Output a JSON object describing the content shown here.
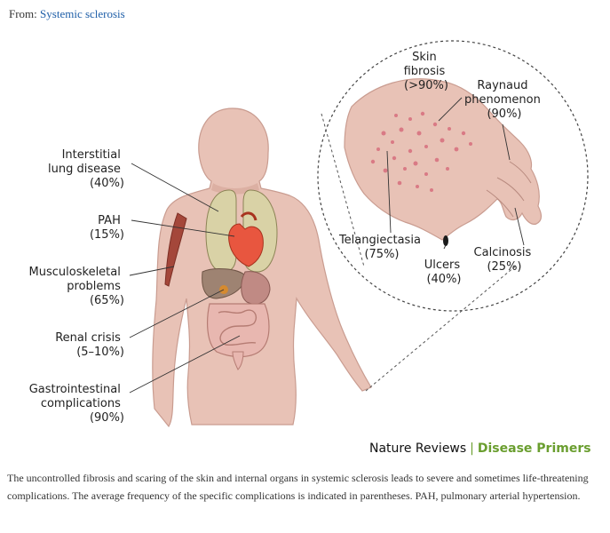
{
  "header": {
    "from_prefix": "From:",
    "from_link": "Systemic sclerosis"
  },
  "labels": {
    "ild": [
      "Interstitial",
      "lung disease",
      "(40%)"
    ],
    "pah": [
      "PAH",
      "(15%)"
    ],
    "msk": [
      "Musculoskeletal",
      "problems",
      "(65%)"
    ],
    "renal": [
      "Renal crisis",
      "(5–10%)"
    ],
    "gi": [
      "Gastrointestinal",
      "complications",
      "(90%)"
    ],
    "skin": [
      "Skin",
      "fibrosis",
      "(>90%)"
    ],
    "raynaud": [
      "Raynaud",
      "phenomenon",
      "(90%)"
    ],
    "telang": [
      "Telangiectasia",
      "(75%)"
    ],
    "ulcers": [
      "Ulcers",
      "(40%)"
    ],
    "calcinosis": [
      "Calcinosis",
      "(25%)"
    ]
  },
  "brand": {
    "left": "Nature Reviews",
    "separator": "|",
    "right": "Disease Primers"
  },
  "caption": "The uncontrolled fibrosis and scaring of the skin and internal organs in systemic sclerosis leads to severe and sometimes life-threatening complications. The average frequency of the specific complications is indicated in parentheses. PAH, pulmonary arterial hypertension.",
  "colors": {
    "skin": "#e8c2b6",
    "skin_dark": "#c99c90",
    "lung": "#d9d2a6",
    "heart": "#e8563f",
    "liver": "#9e8372",
    "muscle": "#a4473a",
    "link": "#1f5fa8",
    "brand_green": "#6a9e2f"
  }
}
